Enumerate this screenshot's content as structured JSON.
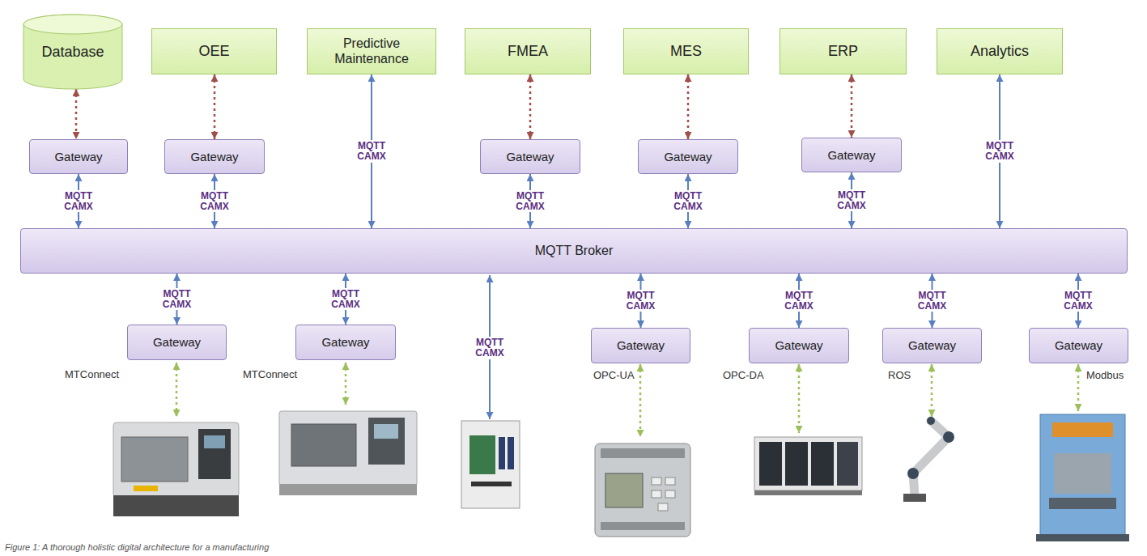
{
  "diagram": {
    "caption": "Figure 1: A thorough holistic digital architecture for a manufacturing",
    "nodes": [
      {
        "text": [
          "Database"
        ]
      },
      {
        "text": [
          "OEE"
        ]
      },
      {
        "text": [
          "Predictive Maintenance"
        ]
      },
      {
        "text": [
          "FMEA"
        ]
      },
      {
        "text": [
          "MES"
        ]
      },
      {
        "text": [
          "ERP"
        ]
      },
      {
        "text": [
          "Analytics"
        ]
      },
      {
        "text": [
          "Gateway"
        ]
      },
      {
        "text": [
          "Gateway"
        ]
      },
      {
        "text": [
          "Gateway"
        ]
      },
      {
        "text": [
          "Gateway"
        ]
      },
      {
        "text": [
          "Gateway"
        ]
      },
      {
        "text": [
          "MQTT Broker"
        ]
      },
      {
        "text": [
          "Gateway"
        ]
      },
      {
        "text": [
          "Gateway"
        ]
      },
      {
        "text": [
          "Gateway"
        ]
      },
      {
        "text": [
          "Gateway"
        ]
      },
      {
        "text": [
          "Gateway"
        ]
      },
      {
        "text": [
          "Gateway"
        ]
      }
    ],
    "edges": [
      {
        "from": 0,
        "to": 7,
        "arrow": "both"
      },
      {
        "from": 1,
        "to": 8,
        "arrow": "both"
      },
      {
        "from": 3,
        "to": 9,
        "arrow": "both"
      },
      {
        "from": 4,
        "to": 10,
        "arrow": "both"
      },
      {
        "from": 5,
        "to": 11,
        "arrow": "both"
      },
      {
        "from": 7,
        "to": 12,
        "label": "MQTT CAMX",
        "arrow": "both"
      },
      {
        "from": 8,
        "to": 12,
        "label": "MQTT CAMX",
        "arrow": "both"
      },
      {
        "from": 2,
        "to": 12,
        "label": "MQTT CAMX",
        "arrow": "both"
      },
      {
        "from": 9,
        "to": 12,
        "label": "MQTT CAMX",
        "arrow": "both"
      },
      {
        "from": 10,
        "to": 12,
        "label": "MQTT CAMX",
        "arrow": "both"
      },
      {
        "from": 11,
        "to": 12,
        "label": "MQTT CAMX",
        "arrow": "both"
      },
      {
        "from": 6,
        "to": 12,
        "label": "MQTT CAMX",
        "arrow": "both"
      },
      {
        "from": 12,
        "to": 13,
        "label": "MQTT CAMX",
        "arrow": "both"
      },
      {
        "from": 12,
        "to": 14,
        "label": "MQTT CAMX",
        "arrow": "both"
      },
      {
        "from": 12,
        "to": 15,
        "label": "MQTT CAMX",
        "arrow": "both"
      },
      {
        "from": 12,
        "to": 16,
        "label": "MQTT CAMX",
        "arrow": "both"
      },
      {
        "from": 12,
        "to": 17,
        "label": "MQTT CAMX",
        "arrow": "both"
      },
      {
        "from": 12,
        "to": 18,
        "label": "MQTT CAMX",
        "arrow": "both"
      }
    ],
    "labels": [
      "MQTT CAMX",
      "MTConnect",
      "MTConnect",
      "OPC-UA",
      "OPC-DA",
      "ROS",
      "Modbus"
    ]
  }
}
